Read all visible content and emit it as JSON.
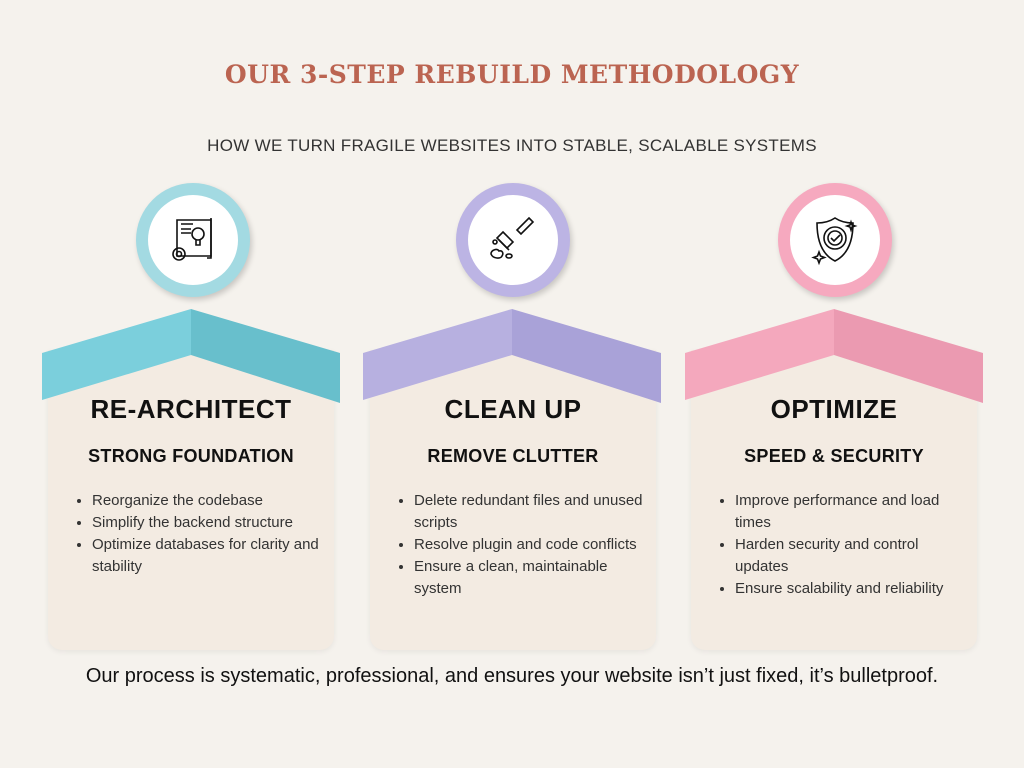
{
  "title": "OUR 3-STEP REBUILD METHODOLOGY",
  "subtitle": "HOW WE TURN FRAGILE WEBSITES INTO STABLE, SCALABLE SYSTEMS",
  "steps": [
    {
      "icon": "blueprint-gear-bulb-icon",
      "title": "RE-ARCHITECT",
      "subtitle": "STRONG FOUNDATION",
      "color": "#7bcfdc",
      "color_dark": "#68bfcc",
      "ring": "#a3dae2",
      "bullets": [
        "Reorganize the codebase",
        "Simplify the backend structure",
        "Optimize databases for clarity and stability"
      ]
    },
    {
      "icon": "broom-icon",
      "title": "CLEAN UP",
      "subtitle": "REMOVE CLUTTER",
      "color": "#b7b0e0",
      "color_dark": "#a9a2d8",
      "ring": "#bcb4e4",
      "bullets": [
        "Delete redundant files and unused scripts",
        "Resolve plugin and code conflicts",
        "Ensure a clean, maintainable system"
      ]
    },
    {
      "icon": "shield-check-icon",
      "title": "OPTIMIZE",
      "subtitle": "SPEED & SECURITY",
      "color": "#f4a8bd",
      "color_dark": "#eb9ab1",
      "ring": "#f6a9bf",
      "bullets": [
        "Improve performance and load times",
        "Harden security and control updates",
        "Ensure scalability and reliability"
      ]
    }
  ],
  "footer": "Our process is systematic, professional, and ensures your website isn’t just fixed, it’s bulletproof."
}
